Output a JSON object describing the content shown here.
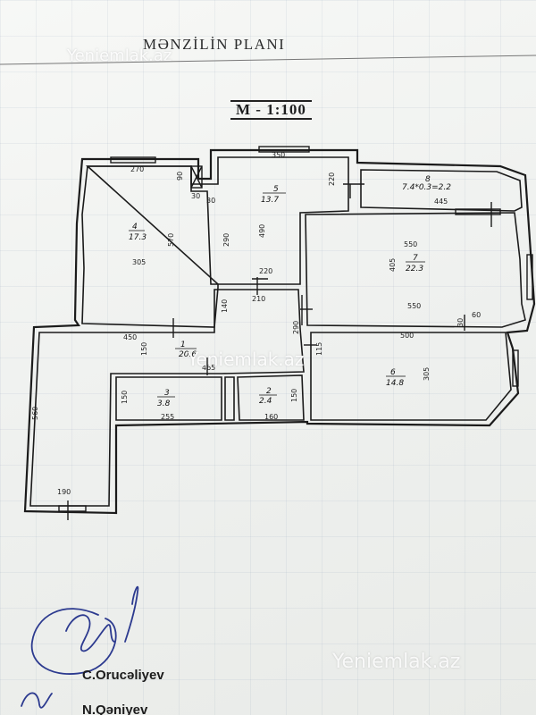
{
  "header": {
    "title": "MƏNZİLİN PLANI",
    "scale": "M - 1:100"
  },
  "watermarks": [
    "Yeniemlak.az",
    "Yeniemlak.az",
    "Yeniemlak.az"
  ],
  "rooms": [
    {
      "id": "r1",
      "number": "1",
      "area": "20.6"
    },
    {
      "id": "r2",
      "number": "2",
      "area": "2.4"
    },
    {
      "id": "r3",
      "number": "3",
      "area": "3.8"
    },
    {
      "id": "r4",
      "number": "4",
      "area": "17.3"
    },
    {
      "id": "r5",
      "number": "5",
      "area": "13.7"
    },
    {
      "id": "r6",
      "number": "6",
      "area": "14.8"
    },
    {
      "id": "r7",
      "number": "7",
      "area": "22.3"
    },
    {
      "id": "r8",
      "number": "8",
      "area": "7.4*0.3=2.2"
    }
  ],
  "dimensions": {
    "d270": "270",
    "d90": "90",
    "d30a": "30",
    "d30b": "30",
    "d350": "350",
    "d220a": "220",
    "d570": "570",
    "d305a": "305",
    "d290a": "290",
    "d490": "490",
    "d220b": "220",
    "d210": "210",
    "d445": "445",
    "d550a": "550",
    "d405": "405",
    "d550b": "550",
    "d30c": "30",
    "d60": "60",
    "d140": "140",
    "d290b": "290",
    "d450": "450",
    "d150a": "150",
    "d465": "465",
    "d500": "500",
    "d115": "115",
    "d305b": "305",
    "d150b": "150",
    "d255": "255",
    "d150c": "150",
    "d160": "160",
    "d560": "560",
    "d190": "190"
  },
  "signatures": {
    "name1": "C.Orucəliyev",
    "name2": "N.Qəniyev"
  }
}
